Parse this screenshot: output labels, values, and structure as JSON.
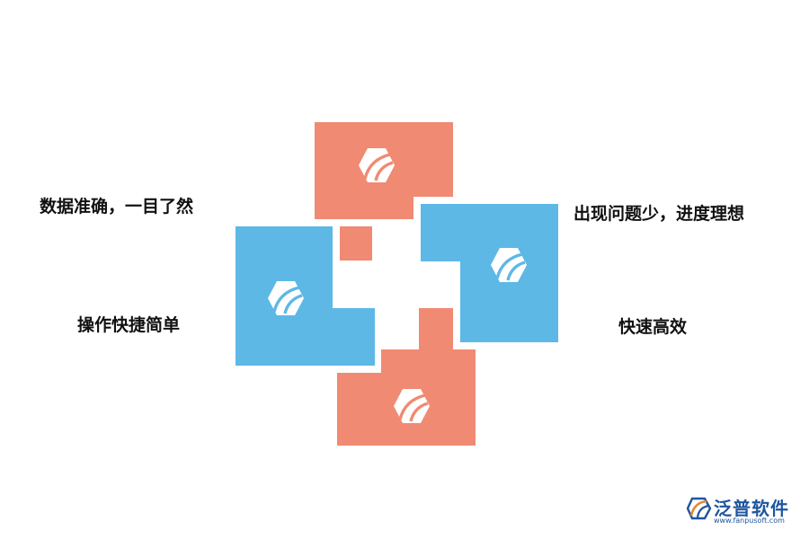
{
  "labels": {
    "top_left": "数据准确，一目了然",
    "top_right": "出现问题少，进度理想",
    "bottom_left": "操作快捷简单",
    "bottom_right": "快速高效"
  },
  "colors": {
    "salmon": "#f08a72",
    "blue": "#5db8e6",
    "icon": "#ffffff",
    "brand": "#1e56a0"
  },
  "icons": {
    "block_icon": "hexagon-leaf-icon",
    "brand_icon": "brand-leaf-icon"
  },
  "brand": {
    "name": "泛普软件",
    "url": "www.fanpusoft.com"
  }
}
